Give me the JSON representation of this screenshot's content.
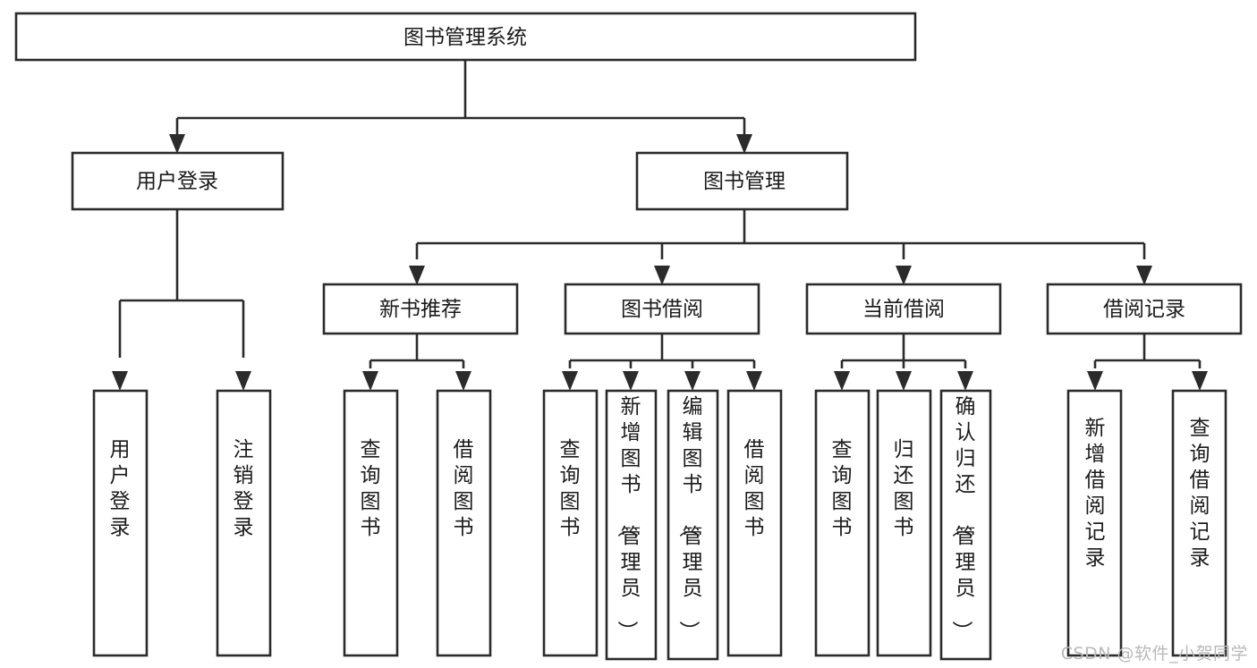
{
  "diagram": {
    "type": "tree-hierarchy-chart",
    "title": "图书管理系统",
    "watermark": "CSDN @软件_小贺同学",
    "colors": {
      "background": "#ffffff",
      "stroke": "#2b2b2b",
      "box_fill": "#ffffff",
      "text": "#1b1b1b",
      "watermark": "#b9b9b9"
    },
    "levels": {
      "root": {
        "label": "图书管理系统",
        "orientation": "horizontal"
      },
      "level2": [
        {
          "label": "用户登录",
          "orientation": "horizontal"
        },
        {
          "label": "图书管理",
          "orientation": "horizontal"
        }
      ],
      "level3": [
        {
          "label": "新书推荐",
          "orientation": "horizontal"
        },
        {
          "label": "图书借阅",
          "orientation": "horizontal"
        },
        {
          "label": "当前借阅",
          "orientation": "horizontal"
        },
        {
          "label": "借阅记录",
          "orientation": "horizontal"
        }
      ],
      "leaves": {
        "user_login": [
          {
            "label": "用户登录",
            "orientation": "vertical"
          },
          {
            "label": "注销登录",
            "orientation": "vertical"
          }
        ],
        "new_book_recommend": [
          {
            "label": "查询图书",
            "orientation": "vertical"
          },
          {
            "label": "借阅图书",
            "orientation": "vertical"
          }
        ],
        "book_borrow": [
          {
            "label": "查询图书",
            "orientation": "vertical"
          },
          {
            "label": "新增图书（管理员）",
            "orientation": "vertical"
          },
          {
            "label": "编辑图书（管理员）",
            "orientation": "vertical"
          },
          {
            "label": "借阅图书",
            "orientation": "vertical"
          }
        ],
        "current_borrow": [
          {
            "label": "查询图书",
            "orientation": "vertical"
          },
          {
            "label": "归还图书",
            "orientation": "vertical"
          },
          {
            "label": "确认归还（管理员）",
            "orientation": "vertical"
          }
        ],
        "borrow_record": [
          {
            "label": "新增借阅记录",
            "orientation": "vertical"
          },
          {
            "label": "查询借阅记录",
            "orientation": "vertical"
          }
        ]
      }
    }
  }
}
